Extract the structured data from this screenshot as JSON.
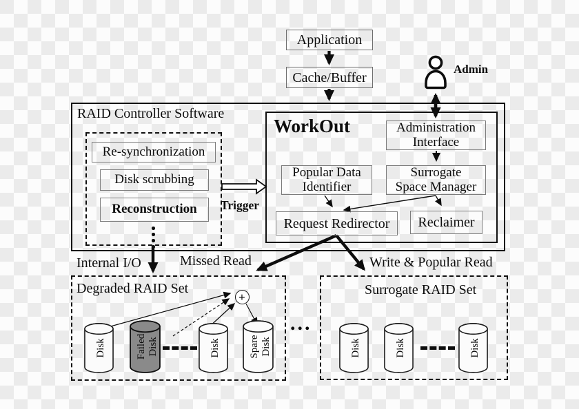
{
  "top_flow": {
    "application": "Application",
    "cache_buffer": "Cache/Buffer",
    "admin_label": "Admin"
  },
  "raid_controller": {
    "title": "RAID Controller Software",
    "trigger_label": "Trigger",
    "tasks": {
      "resync": "Re-synchronization",
      "scrubbing": "Disk scrubbing",
      "reconstruction": "Reconstruction"
    }
  },
  "workout": {
    "title": "WorkOut",
    "admin_interface": "Administration\nInterface",
    "popular_data_identifier": "Popular Data\nIdentifier",
    "surrogate_space_manager": "Surrogate\nSpace Manager",
    "request_redirector": "Request Redirector",
    "reclaimer": "Reclaimer"
  },
  "io_labels": {
    "internal_io": "Internal I/O",
    "missed_read": "Missed Read",
    "write_popular_read": "Write & Popular Read"
  },
  "degraded_set": {
    "title": "Degraded RAID Set",
    "disk1": "Disk",
    "failed_disk": "Failed\nDisk",
    "disk2": "Disk",
    "spare_disk": "Spare\nDisk"
  },
  "surrogate_set": {
    "title": "Surrogate RAID Set",
    "disk1": "Disk",
    "disk2": "Disk",
    "disk3": "Disk"
  },
  "icons": {
    "xor": "+",
    "ellipsis": "..."
  },
  "colors": {
    "line": "#0d0d0d",
    "disk_fill": "#fbfbfb",
    "failed_disk_fill": "#8a8a8a",
    "checker_light": "#fcfcfc",
    "checker_dark": "#ebebeb"
  }
}
